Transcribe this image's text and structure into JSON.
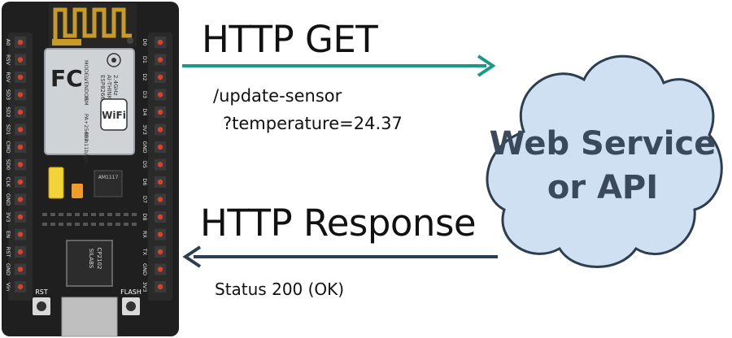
{
  "request": {
    "method_label": "HTTP GET",
    "path": "/update-sensor",
    "query": "?temperature=24.37"
  },
  "response": {
    "label": "HTTP Response",
    "status": "Status 200 (OK)"
  },
  "cloud": {
    "line1": "Web Service",
    "line2": "or API"
  },
  "board": {
    "module_brand": "FC",
    "module_lines": [
      "MODEL",
      "VENDOR",
      "ISM",
      "PA+25dBm",
      "802.11b/g/n"
    ],
    "module_model": "ESP8266MOD",
    "module_vendor": "AI-THINKER",
    "module_band": "2.4GHz",
    "wifi_text": "WiFi",
    "regulator": "AM1117",
    "usb_chip_line1": "SILABS",
    "usb_chip_line2": "CP2102",
    "rst_label": "RST",
    "flash_label": "FLASH",
    "pins_left": [
      "A0",
      "RSV",
      "RSV",
      "SD3",
      "SD2",
      "SD1",
      "CMD",
      "SD0",
      "CLK",
      "GND",
      "3V3",
      "EN",
      "RST",
      "GND",
      "Vin"
    ],
    "pins_right": [
      "D0",
      "D1",
      "D2",
      "D3",
      "D4",
      "3V3",
      "GND",
      "D5",
      "D6",
      "D7",
      "D8",
      "RX",
      "TX",
      "GND",
      "3V3"
    ]
  },
  "colors": {
    "request_arrow": "#1a9a84",
    "response_arrow": "#2d3e50",
    "cloud_fill": "#cfe0f3",
    "cloud_stroke": "#2d3e50",
    "cloud_text": "#3a4a5c",
    "board_fill": "#1f1f1f"
  },
  "icons": {
    "board": "nodemcu-board-icon",
    "cloud": "cloud-icon",
    "wifi": "wifi-logo-icon"
  }
}
